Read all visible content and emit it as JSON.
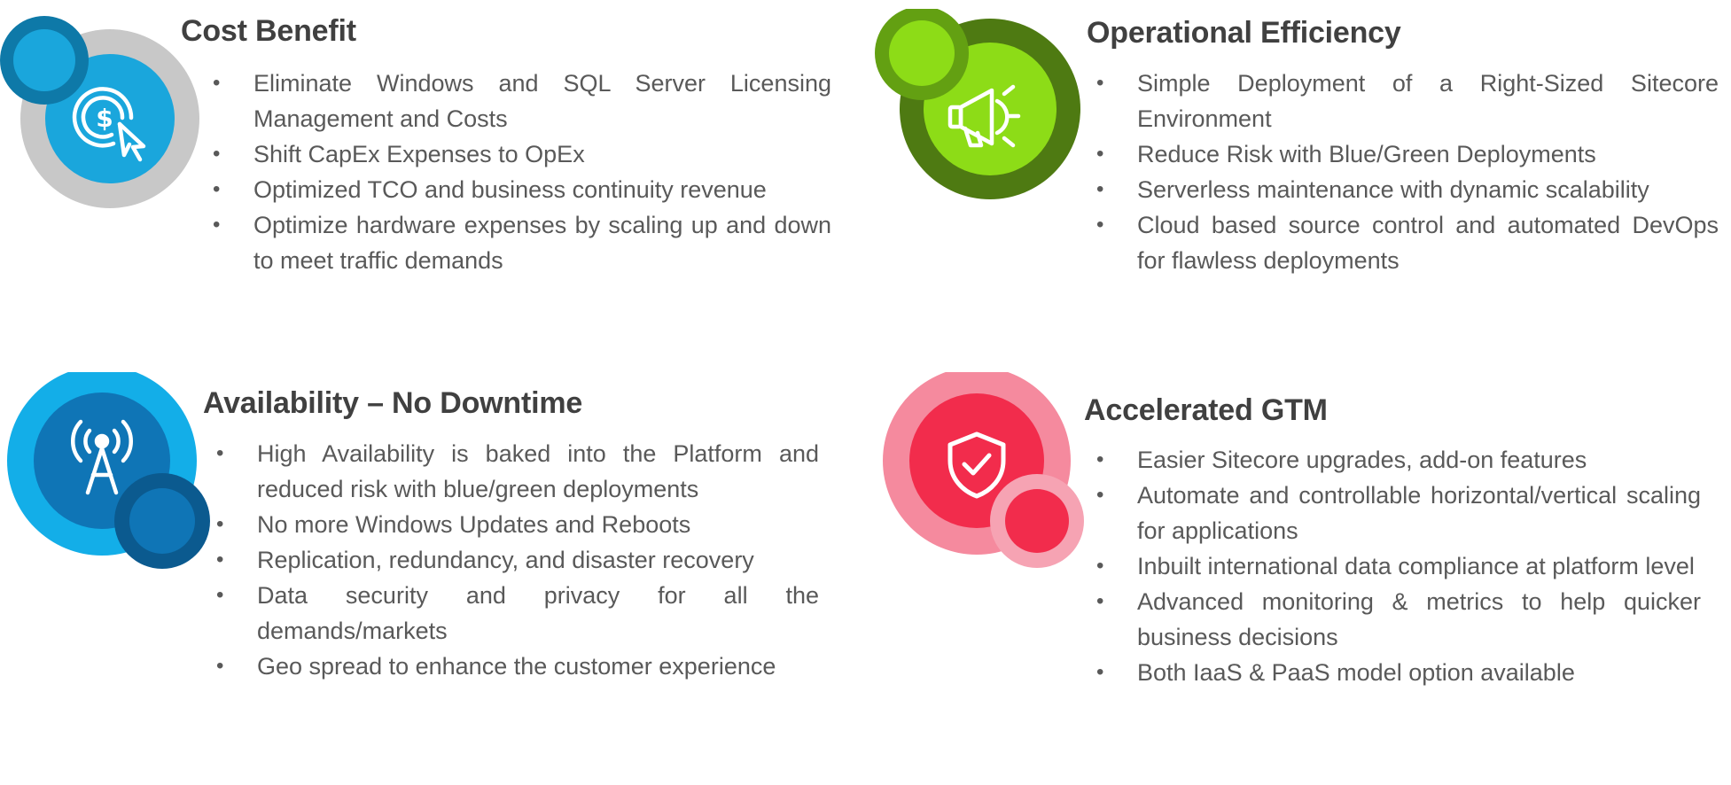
{
  "sections": [
    {
      "title": "Cost Benefit",
      "icon": "dollar-click-icon",
      "colors": {
        "ring": "#c8c8c8",
        "core": "#1aa6dc",
        "small_outer": "#0e79a8",
        "small_inner": "#1aa6dc"
      },
      "bullets": [
        "Eliminate Windows and SQL Server Licensing Management and Costs",
        "Shift CapEx Expenses to OpEx",
        "Optimized TCO and business continuity revenue",
        "Optimize hardware expenses by scaling up and down to meet traffic demands"
      ]
    },
    {
      "title": "Operational Efficiency",
      "icon": "megaphone-icon",
      "colors": {
        "ring": "#4e7a12",
        "core": "#8ddc17",
        "small_outer": "#63a012",
        "small_inner": "#8ddc17"
      },
      "bullets": [
        "Simple Deployment of a Right-Sized Sitecore Environment",
        "Reduce Risk with Blue/Green Deployments",
        "Serverless maintenance with dynamic scalability",
        "Cloud based source control and automated DevOps for flawless deployments"
      ]
    },
    {
      "title": "Availability – No Downtime",
      "icon": "broadcast-tower-icon",
      "colors": {
        "ring": "#13aee8",
        "core": "#0f75b6",
        "small_outer": "#0b5a8f",
        "small_inner": "#0f75b6"
      },
      "bullets": [
        "High Availability is baked into the Platform and reduced risk with blue/green deployments",
        "No more Windows Updates and Reboots",
        "Replication, redundancy, and disaster recovery",
        "Data security and privacy for all the demands/markets",
        "Geo spread to enhance the customer experience"
      ]
    },
    {
      "title": "Accelerated GTM",
      "icon": "shield-check-icon",
      "colors": {
        "ring": "#f58a9e",
        "core": "#f22c4c",
        "small_outer": "#f6a3b3",
        "small_inner": "#f22c4c"
      },
      "bullets": [
        "Easier Sitecore upgrades, add-on features",
        "Automate and controllable horizontal/vertical scaling for applications",
        "Inbuilt international data compliance at platform level",
        "Advanced monitoring & metrics to help quicker business decisions",
        "Both IaaS & PaaS model option available"
      ]
    }
  ]
}
